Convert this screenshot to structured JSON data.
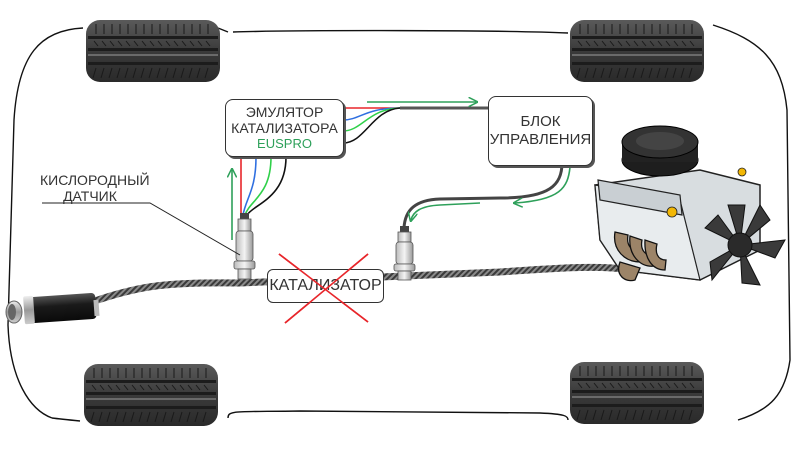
{
  "diagram": {
    "title": "Catalytic converter emulator wiring diagram",
    "emulator": {
      "line1": "ЭМУЛЯТОР",
      "line2": "КАТАЛИЗАТОРА",
      "brand": "EUSPRO"
    },
    "ecu": {
      "line1": "БЛОК",
      "line2": "УПРАВЛЕНИЯ"
    },
    "catalyst": {
      "label": "КАТАЛИЗАТОР",
      "status": "removed"
    },
    "oxygen_sensor": {
      "line1": "КИСЛОРОДНЫЙ",
      "line2": "ДАТЧИК"
    },
    "components": [
      "tire-front-left",
      "tire-front-right",
      "tire-rear-left",
      "tire-rear-right",
      "engine",
      "muffler",
      "exhaust-pipe",
      "upstream-oxygen-sensor",
      "downstream-oxygen-sensor"
    ],
    "wire_colors": {
      "red": "#e8262b",
      "blue": "#2f6fe0",
      "green": "#2fd04a",
      "black": "#111111"
    },
    "colors": {
      "signal_arrow": "#2ea05a",
      "cross_out": "#e8262b",
      "outline": "#333333",
      "brand": "#2ea05a"
    },
    "flows": [
      {
        "from": "oxygen_sensor",
        "to": "emulator"
      },
      {
        "from": "emulator",
        "to": "ecu"
      },
      {
        "from": "ecu",
        "to": "downstream_sensor"
      }
    ]
  }
}
